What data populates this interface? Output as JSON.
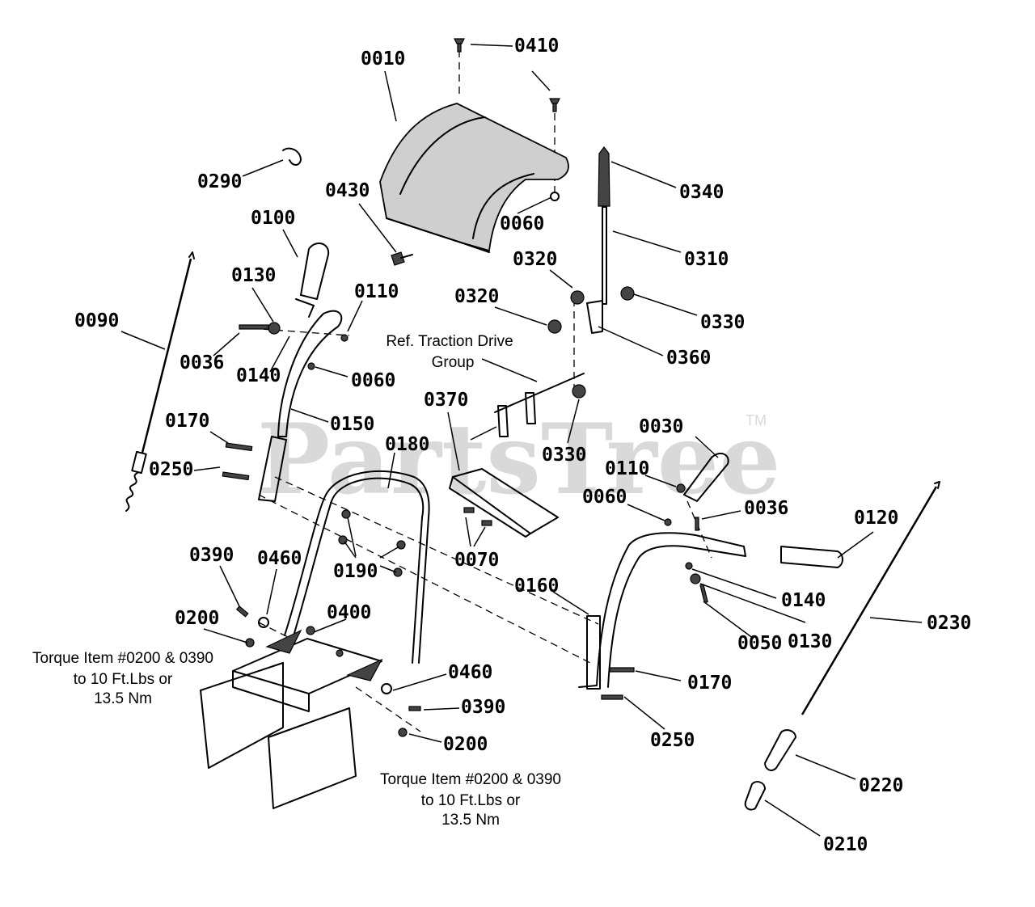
{
  "watermark": {
    "brand": "PartsTree",
    "trademark": "TM"
  },
  "notes": {
    "ref_traction": [
      "Ref. Traction Drive",
      "Group"
    ],
    "torque_left": [
      "Torque Item #0200 & 0390",
      "to 10 Ft.Lbs or",
      "13.5 Nm"
    ],
    "torque_bottom": [
      "Torque Item #0200 & 0390",
      "to 10 Ft.Lbs or",
      "13.5 Nm"
    ]
  },
  "callouts": {
    "c0010": "0010",
    "c0410": "0410",
    "c0290": "0290",
    "c0430": "0430",
    "c0060a": "0060",
    "c0340": "0340",
    "c0100": "0100",
    "c0310": "0310",
    "c0320a": "0320",
    "c0320b": "0320",
    "c0130a": "0130",
    "c0110a": "0110",
    "c0330a": "0330",
    "c0090": "0090",
    "c0036a": "0036",
    "c0140a": "0140",
    "c0060b": "0060",
    "c0360": "0360",
    "c0370": "0370",
    "c0150": "0150",
    "c0330b": "0330",
    "c0170a": "0170",
    "c0180": "0180",
    "c0030": "0030",
    "c0250a": "0250",
    "c0110b": "0110",
    "c0060c": "0060",
    "c0036b": "0036",
    "c0120": "0120",
    "c0070": "0070",
    "c0390a": "0390",
    "c0460a": "0460",
    "c0190": "0190",
    "c0160": "0160",
    "c0140b": "0140",
    "c0200a": "0200",
    "c0400": "0400",
    "c0230": "0230",
    "c0050": "0050",
    "c0130b": "0130",
    "c0460b": "0460",
    "c0170b": "0170",
    "c0390b": "0390",
    "c0250b": "0250",
    "c0200b": "0200",
    "c0220": "0220",
    "c0210": "0210"
  }
}
